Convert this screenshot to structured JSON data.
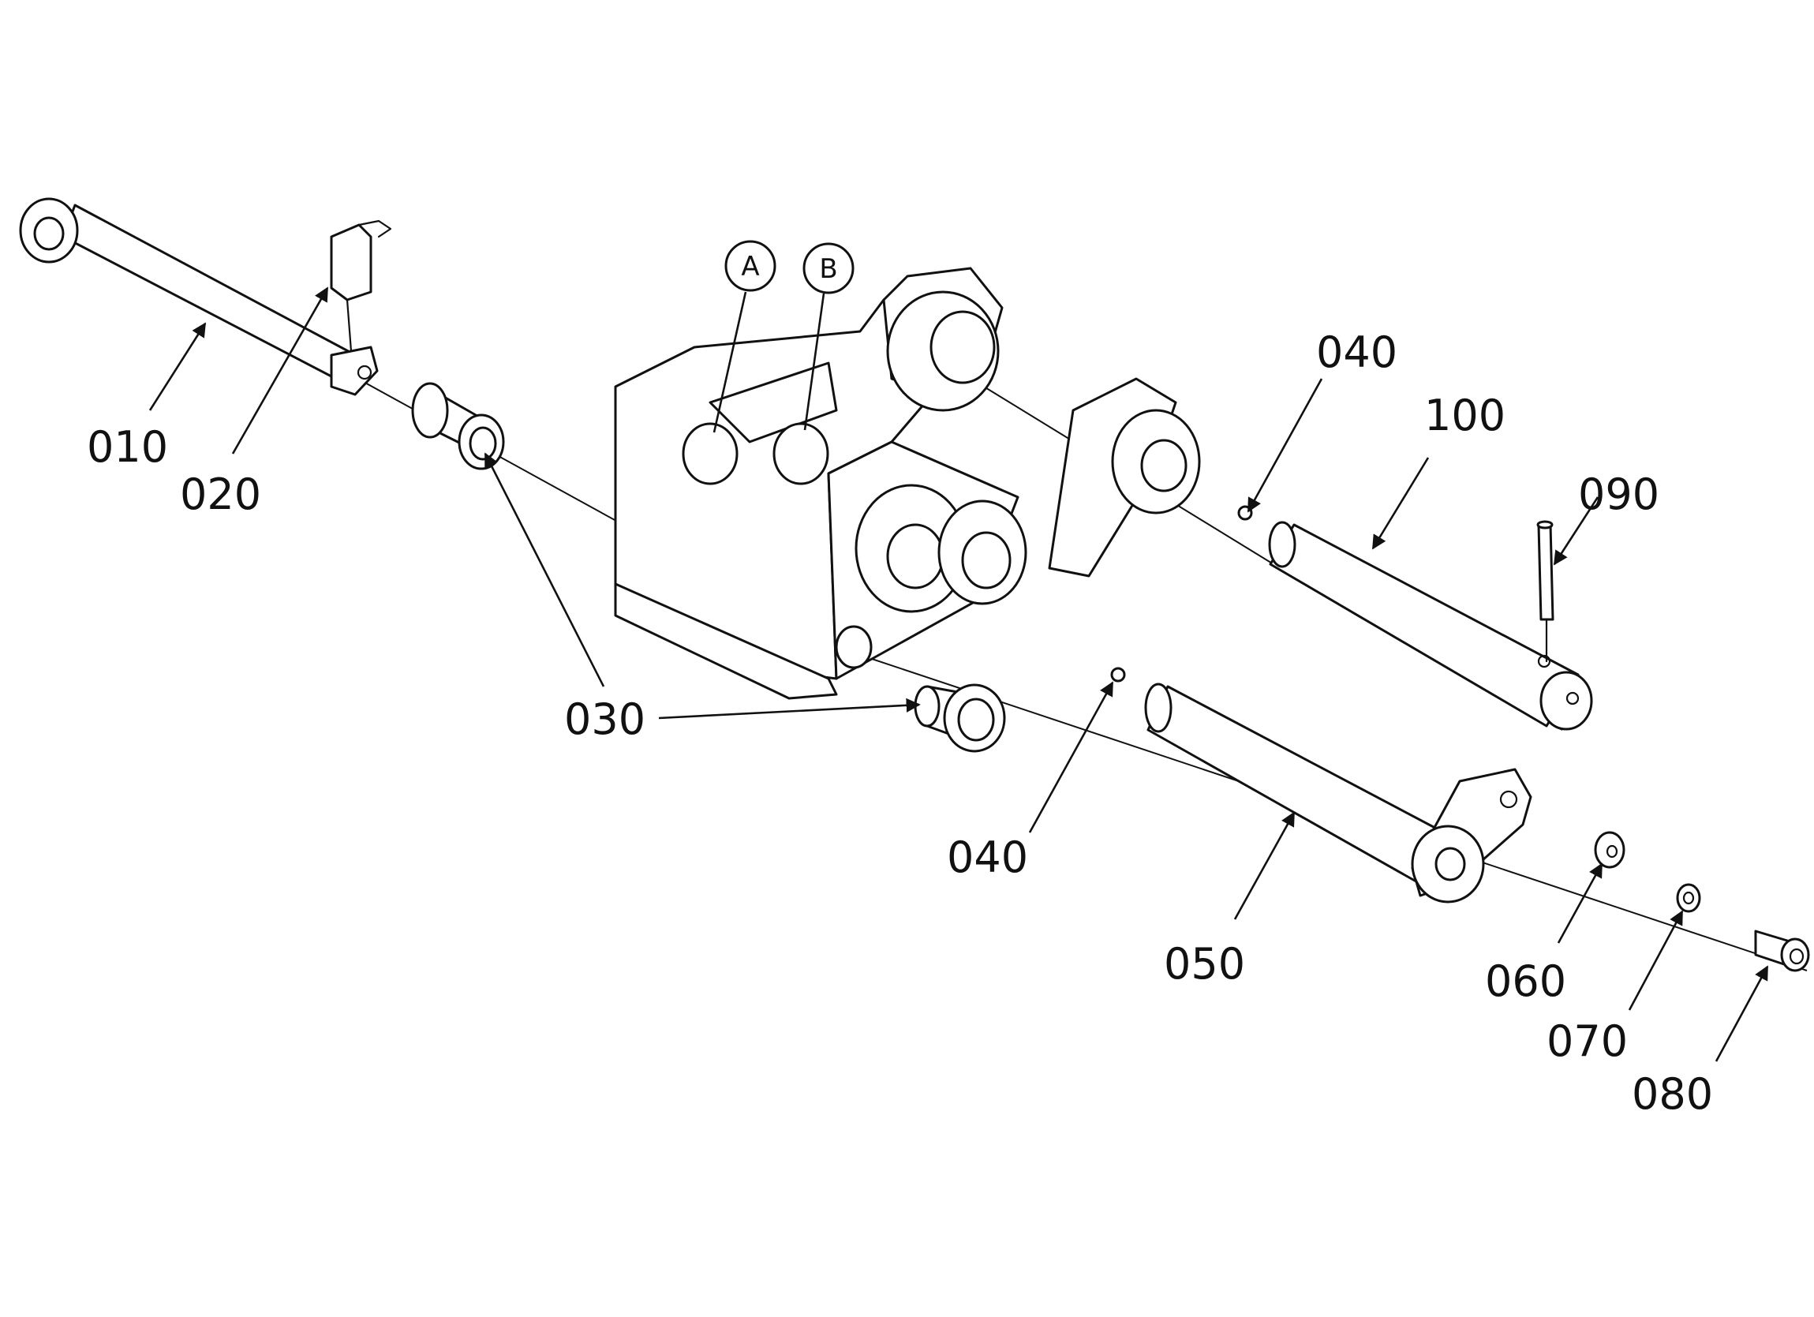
{
  "diagram": {
    "callouts": [
      {
        "id": "c010",
        "label": "010"
      },
      {
        "id": "c020",
        "label": "020"
      },
      {
        "id": "c030",
        "label": "030"
      },
      {
        "id": "c040a",
        "label": "040"
      },
      {
        "id": "c040b",
        "label": "040"
      },
      {
        "id": "c050",
        "label": "050"
      },
      {
        "id": "c060",
        "label": "060"
      },
      {
        "id": "c070",
        "label": "070"
      },
      {
        "id": "c080",
        "label": "080"
      },
      {
        "id": "c090",
        "label": "090"
      },
      {
        "id": "c100",
        "label": "100"
      }
    ],
    "references": [
      {
        "id": "refA",
        "label": "A"
      },
      {
        "id": "refB",
        "label": "B"
      }
    ]
  }
}
